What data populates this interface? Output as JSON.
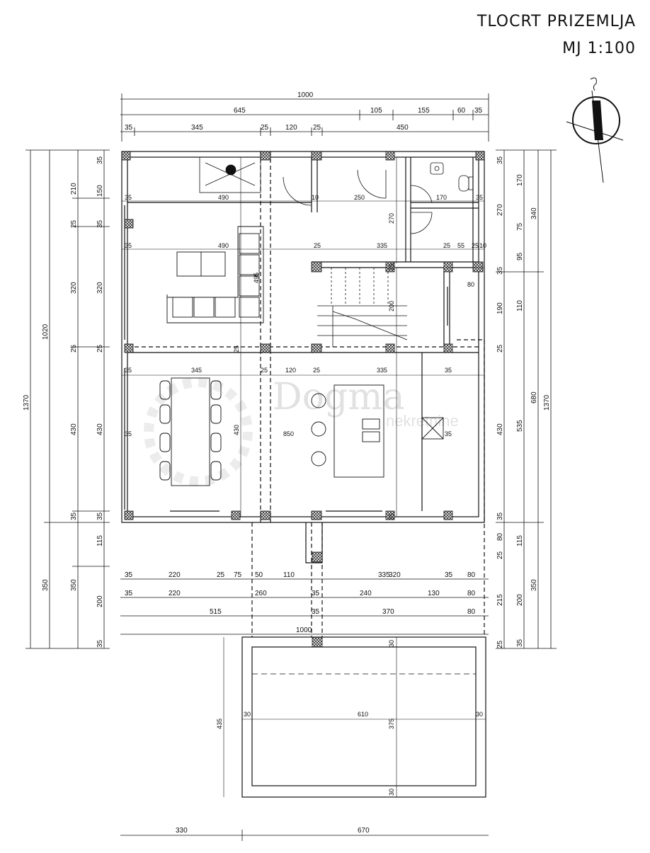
{
  "title": "TLOCRT PRIZEMLJA",
  "scale": "MJ 1:100",
  "watermark": {
    "brand": "Dogma",
    "sub": "nekretnine"
  },
  "dims_top": {
    "overall": "1000",
    "row2": [
      "645",
      "105",
      "155",
      "60",
      "35"
    ],
    "row3": [
      "35",
      "345",
      "25",
      "120",
      "25",
      "450"
    ]
  },
  "dims_left": {
    "outer": "1370",
    "second": "1020",
    "third": [
      "210",
      "25",
      "320",
      "25",
      "430",
      "35",
      "115",
      "350",
      "200"
    ],
    "inner": [
      "35",
      "150",
      "35",
      "320",
      "25",
      "430",
      "35",
      "35"
    ],
    "lower_left": [
      "350",
      "35"
    ]
  },
  "dims_right": {
    "outer": "1370",
    "second": [
      "340",
      "680",
      "350"
    ],
    "third": [
      "170",
      "75",
      "95",
      "110",
      "535",
      "115",
      "200",
      "25",
      "35"
    ],
    "inner": [
      "35",
      "270",
      "35",
      "190",
      "25",
      "430",
      "35",
      "80",
      "215",
      "25"
    ]
  },
  "dims_interior": {
    "row_a": [
      "35",
      "490",
      "10",
      "250",
      "170",
      "35"
    ],
    "row_b": [
      "35",
      "490",
      "25",
      "335",
      "25",
      "55",
      "25",
      "10"
    ],
    "row_c": [
      "35",
      "345",
      "25",
      "120",
      "25",
      "335",
      "35"
    ],
    "vert": [
      "495",
      "270",
      "200",
      "80",
      "35",
      "430",
      "850",
      "35",
      "35",
      "25",
      "25"
    ]
  },
  "dims_bottom": {
    "row1": [
      "35",
      "220",
      "25",
      "75",
      "50",
      "110",
      "335",
      "320",
      "35",
      "80"
    ],
    "row2": [
      "35",
      "220",
      "260",
      "35",
      "240",
      "130",
      "80"
    ],
    "row3": [
      "515",
      "35",
      "370",
      "80"
    ],
    "row4": "1000",
    "final": [
      "330",
      "670"
    ]
  },
  "pool": {
    "dims": [
      "30",
      "610",
      "30",
      "375",
      "435",
      "30",
      "30"
    ]
  }
}
